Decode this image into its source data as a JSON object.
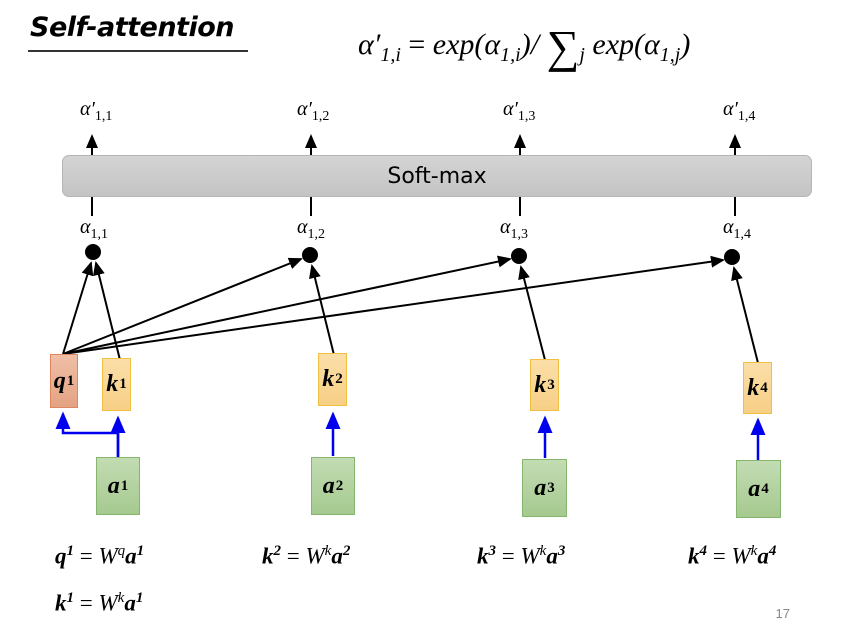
{
  "slide": {
    "title": "Self-attention",
    "page_number": "17"
  },
  "formula": {
    "lhs_base": "α",
    "lhs_sub": "1,i",
    "equals": "=",
    "exp1": "exp(",
    "alpha": "α",
    "sub1": "1,i",
    "close1": ")/",
    "sum": "∑",
    "sum_sub": "j",
    "exp2": "exp(",
    "sub2": "1,j",
    "close2": ")"
  },
  "softmax": {
    "label": "Soft-max"
  },
  "outputs": [
    {
      "base": "α′",
      "sub": "1,1"
    },
    {
      "base": "α′",
      "sub": "1,2"
    },
    {
      "base": "α′",
      "sub": "1,3"
    },
    {
      "base": "α′",
      "sub": "1,4"
    }
  ],
  "scores": [
    {
      "base": "α",
      "sub": "1,1"
    },
    {
      "base": "α",
      "sub": "1,2"
    },
    {
      "base": "α",
      "sub": "1,3"
    },
    {
      "base": "α",
      "sub": "1,4"
    }
  ],
  "query": {
    "base": "q",
    "sup": "1"
  },
  "keys": [
    {
      "base": "k",
      "sup": "1"
    },
    {
      "base": "k",
      "sup": "2"
    },
    {
      "base": "k",
      "sup": "3"
    },
    {
      "base": "k",
      "sup": "4"
    }
  ],
  "inputs": [
    {
      "base": "a",
      "sup": "1"
    },
    {
      "base": "a",
      "sup": "2"
    },
    {
      "base": "a",
      "sup": "3"
    },
    {
      "base": "a",
      "sup": "4"
    }
  ],
  "equations": [
    {
      "lhs": "q",
      "lhs_sup": "1",
      "eq": "=",
      "w": "W",
      "w_sup": "q",
      "rhs": "a",
      "rhs_sup": "1"
    },
    {
      "lhs": "k",
      "lhs_sup": "1",
      "eq": "=",
      "w": "W",
      "w_sup": "k",
      "rhs": "a",
      "rhs_sup": "1"
    },
    {
      "lhs": "k",
      "lhs_sup": "2",
      "eq": "=",
      "w": "W",
      "w_sup": "k",
      "rhs": "a",
      "rhs_sup": "2"
    },
    {
      "lhs": "k",
      "lhs_sup": "3",
      "eq": "=",
      "w": "W",
      "w_sup": "k",
      "rhs": "a",
      "rhs_sup": "3"
    },
    {
      "lhs": "k",
      "lhs_sup": "4",
      "eq": "=",
      "w": "W",
      "w_sup": "k",
      "rhs": "a",
      "rhs_sup": "4"
    }
  ],
  "colors": {
    "query_fill": "#e9ad8f",
    "key_fill": "#f9d796",
    "input_fill": "#b3d2a0",
    "arrow_blue": "#0000ee",
    "softmax_fill": "#cccccc"
  }
}
